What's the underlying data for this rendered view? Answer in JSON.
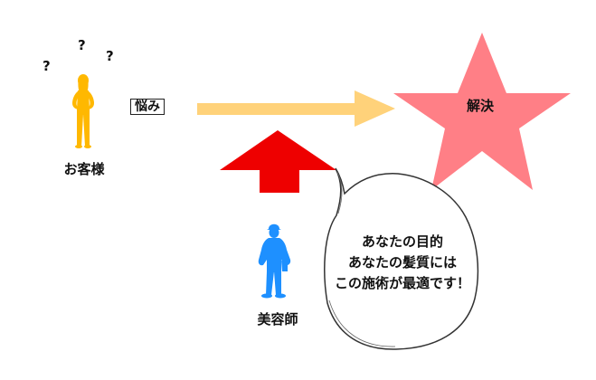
{
  "customer": {
    "question_marks": [
      "?",
      "?",
      "?"
    ],
    "label": "お客様",
    "figure_color": "#FFB800"
  },
  "worry": {
    "label": "悩み"
  },
  "arrow": {
    "color": "#FFD27A"
  },
  "solution": {
    "label": "解決",
    "star_color": "#FF7F86"
  },
  "up_arrow": {
    "color": "#EE0000"
  },
  "stylist": {
    "label": "美容師",
    "figure_color": "#1E90FF"
  },
  "speech_bubble": {
    "lines": [
      "あなたの目的",
      "あなたの髪質には",
      "この施術が最適です！"
    ]
  }
}
